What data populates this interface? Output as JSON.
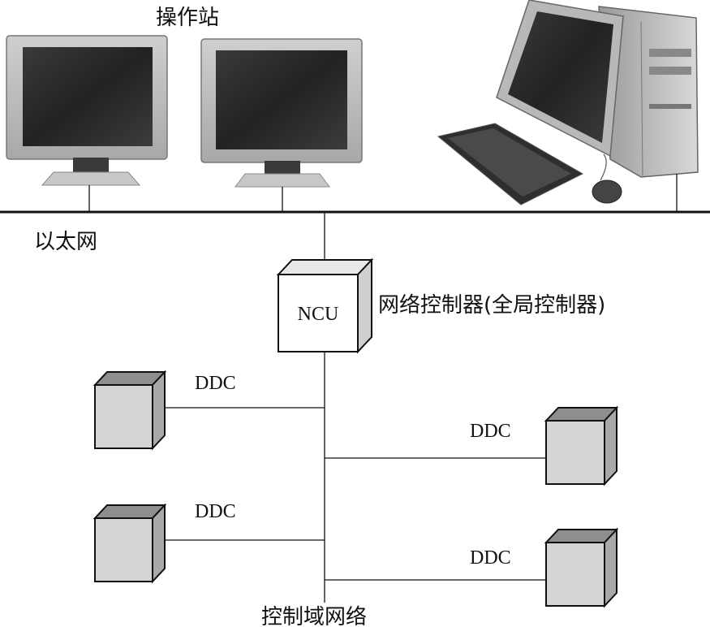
{
  "labels": {
    "operator_station": "操作站",
    "ethernet": "以太网",
    "ncu": "NCU",
    "ncu_desc": "网络控制器(全局控制器)",
    "control_network": "控制域网络"
  },
  "ddc_nodes": [
    {
      "label": "DDC"
    },
    {
      "label": "DDC"
    },
    {
      "label": "DDC"
    },
    {
      "label": "DDC"
    }
  ],
  "colors": {
    "line": "#111111",
    "box_front": "#d4d4d4",
    "box_top": "#8e8e8e",
    "box_side": "#a9a9a9",
    "ncu_front": "#ffffff",
    "ncu_top": "#e8e8e8",
    "ncu_side": "#cfcfcf",
    "monitor_bezel": "#bdbdbd",
    "monitor_screen": "#2a2a2a"
  }
}
